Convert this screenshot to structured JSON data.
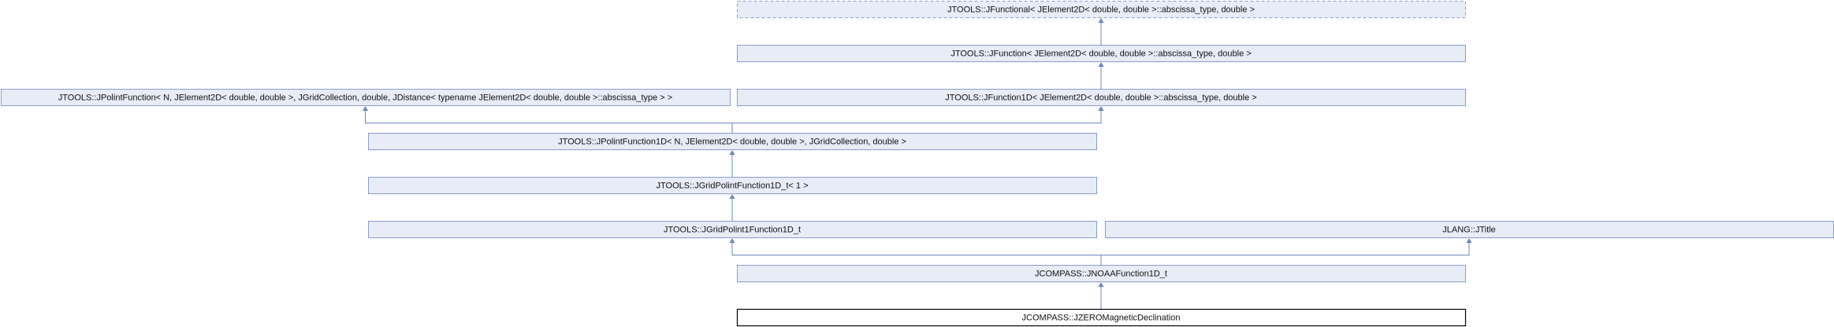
{
  "diagram": {
    "nodes": [
      {
        "id": "jfunctional",
        "label": "JTOOLS::JFunctional< JElement2D< double, double >::abscissa_type, double >",
        "style": "dashed"
      },
      {
        "id": "jfunction",
        "label": "JTOOLS::JFunction< JElement2D< double, double >::abscissa_type, double >",
        "style": "normal"
      },
      {
        "id": "jpolintfunction",
        "label": "JTOOLS::JPolintFunction< N, JElement2D< double, double >, JGridCollection, double, JDistance< typename JElement2D< double, double >::abscissa_type > >",
        "style": "normal"
      },
      {
        "id": "jfunction1d",
        "label": "JTOOLS::JFunction1D< JElement2D< double, double >::abscissa_type, double >",
        "style": "normal"
      },
      {
        "id": "jpolintfunction1d",
        "label": "JTOOLS::JPolintFunction1D< N, JElement2D< double, double >, JGridCollection, double >",
        "style": "normal"
      },
      {
        "id": "jgridpolintfunction1d_t1",
        "label": "JTOOLS::JGridPolintFunction1D_t< 1 >",
        "style": "normal"
      },
      {
        "id": "jgridpolint1function1d_t",
        "label": "JTOOLS::JGridPolint1Function1D_t",
        "style": "normal"
      },
      {
        "id": "jtitle",
        "label": "JLANG::JTitle",
        "style": "normal"
      },
      {
        "id": "jnoaafunction1d_t",
        "label": "JCOMPASS::JNOAAFunction1D_t",
        "style": "normal"
      },
      {
        "id": "jzeromagneticdeclination",
        "label": "JCOMPASS::JZEROMagneticDeclination",
        "style": "current"
      }
    ],
    "edges": [
      {
        "from": "jfunction",
        "to": "jfunctional"
      },
      {
        "from": "jfunction1d",
        "to": "jfunction"
      },
      {
        "from": "jpolintfunction1d",
        "to": "jpolintfunction"
      },
      {
        "from": "jpolintfunction1d",
        "to": "jfunction1d"
      },
      {
        "from": "jgridpolintfunction1d_t1",
        "to": "jpolintfunction1d"
      },
      {
        "from": "jgridpolint1function1d_t",
        "to": "jgridpolintfunction1d_t1"
      },
      {
        "from": "jnoaafunction1d_t",
        "to": "jgridpolint1function1d_t"
      },
      {
        "from": "jnoaafunction1d_t",
        "to": "jtitle"
      },
      {
        "from": "jzeromagneticdeclination",
        "to": "jnoaafunction1d_t"
      }
    ]
  }
}
